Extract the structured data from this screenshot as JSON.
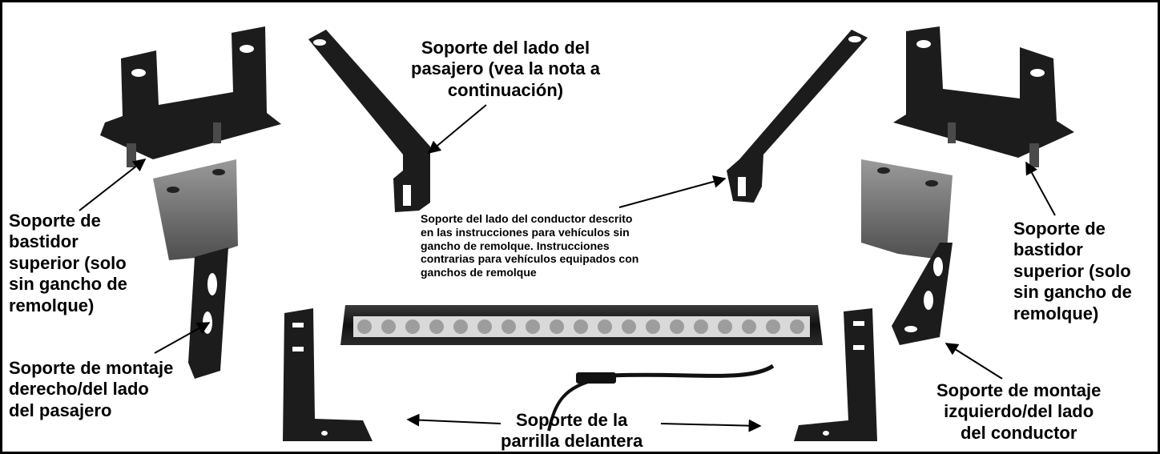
{
  "figure": {
    "labels": {
      "passenger_side_bracket": [
        "Soporte del lado del",
        "pasajero (vea la nota a",
        "continuación)"
      ],
      "driver_side_bracket_note": [
        "Soporte del lado del conductor descrito",
        "en las instrucciones para vehículos sin",
        "gancho de remolque. Instrucciones",
        "contrarias para vehículos equipados con",
        "ganchos de remolque"
      ],
      "upper_frame_bracket_left": [
        "Soporte de",
        "bastidor",
        "superior (solo",
        "sin gancho de",
        "remolque)"
      ],
      "upper_frame_bracket_right": [
        "Soporte de",
        "bastidor",
        "superior (solo",
        "sin gancho de",
        "remolque)"
      ],
      "right_mount_bracket": [
        "Soporte de montaje",
        "derecho/del lado",
        "del pasajero"
      ],
      "left_mount_bracket": [
        "Soporte de montaje",
        "izquierdo/del lado",
        "del conductor"
      ],
      "front_grille_bracket": [
        "Soporte de la",
        "parrilla delantera"
      ]
    },
    "colors": {
      "part": "#1c1c1c",
      "part_highlight": "#4a4a4a",
      "bracket_gray": "#6e6e6e",
      "led": "#d9d9d9",
      "border": "#000000"
    }
  }
}
